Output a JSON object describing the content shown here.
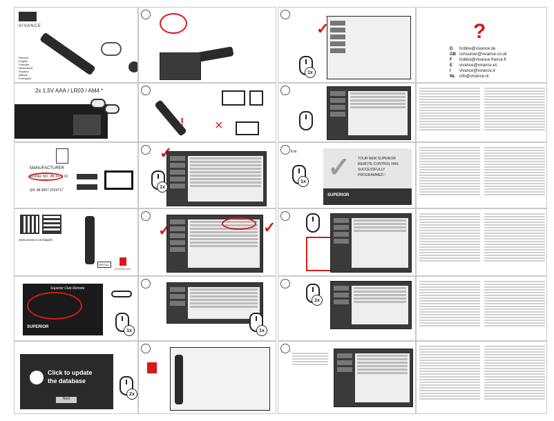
{
  "brand": "VIVANCE",
  "cover": {
    "languages": [
      "Deutsch",
      "English",
      "Français",
      "Nederlands",
      "Español",
      "Italiano",
      "Português"
    ]
  },
  "step1": {
    "battery_label": "2x 1,5V AAA / LR03 / AM4 *"
  },
  "step3": {
    "manufacturer": "MANUFACTURER",
    "model": "MODEL NO. 2B-1678-01",
    "serial": "SN: 98 9007 2024717"
  },
  "step4": {
    "website": "www.vivance.com/app/sr",
    "install_label": "INSTALL",
    "download_label": "DOWNLOAD"
  },
  "step5": {
    "banner_title": "Superior Club Remote",
    "brand_logo": "SUPERIOR"
  },
  "step6": {
    "update_line1": "Click to update",
    "update_line2": "the database",
    "button": "Next"
  },
  "programmed": {
    "line1": "YOUR NEW SUPERIOR",
    "line2": "REMOTE CONTROL HAS",
    "line3": "SUCCESSFULLY",
    "line4": "PROGRAMMED !",
    "logo": "SUPERIOR"
  },
  "contacts": {
    "question_mark": "?",
    "rows": [
      {
        "code": "D",
        "email": "hotline@vivance.de"
      },
      {
        "code": "GB",
        "email": "consumer@vivance.co.uk"
      },
      {
        "code": "F",
        "email": "hotline@vivance-france.fr"
      },
      {
        "code": "E",
        "email": "vivance@vivance.es"
      },
      {
        "code": "I",
        "email": "vivance@vivance.it"
      },
      {
        "code": "NL",
        "email": "info@vivance.nl"
      }
    ]
  },
  "click_badges": [
    "1x",
    "2x",
    "1x",
    "1x",
    "1x",
    "1x",
    "1x"
  ],
  "exit_label": "Exit"
}
